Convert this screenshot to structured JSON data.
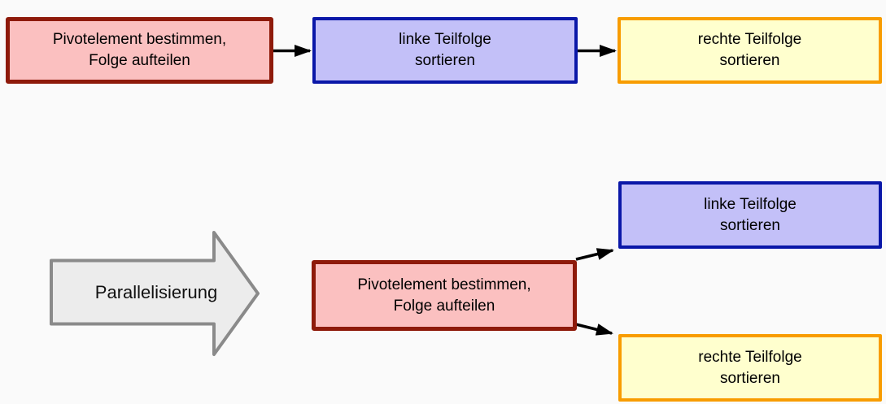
{
  "background": "#fafafa",
  "colors": {
    "background": "#fafafa",
    "pivot_fill": "#fbc0c0",
    "pivot_border": "#8e1a0a",
    "left_fill": "#c3c0f8",
    "left_border": "#0a17a8",
    "right_fill": "#ffffce",
    "right_border": "#f89c00",
    "big_arrow_fill": "#ececec",
    "big_arrow_stroke": "#8a8a8a",
    "connector_color": "#000000"
  },
  "sequential": {
    "pivot_box": {
      "line1": "Pivotelement bestimmen,",
      "line2": "Folge aufteilen"
    },
    "left_box": {
      "line1": "linke Teilfolge",
      "line2": "sortieren"
    },
    "right_box": {
      "line1": "rechte Teilfolge",
      "line2": "sortieren"
    }
  },
  "parallel": {
    "pivot_box": {
      "line1": "Pivotelement bestimmen,",
      "line2": "Folge aufteilen"
    },
    "left_box": {
      "line1": "linke Teilfolge",
      "line2": "sortieren"
    },
    "right_box": {
      "line1": "rechte Teilfolge",
      "line2": "sortieren"
    }
  },
  "transform": {
    "label": "Parallelisierung"
  }
}
